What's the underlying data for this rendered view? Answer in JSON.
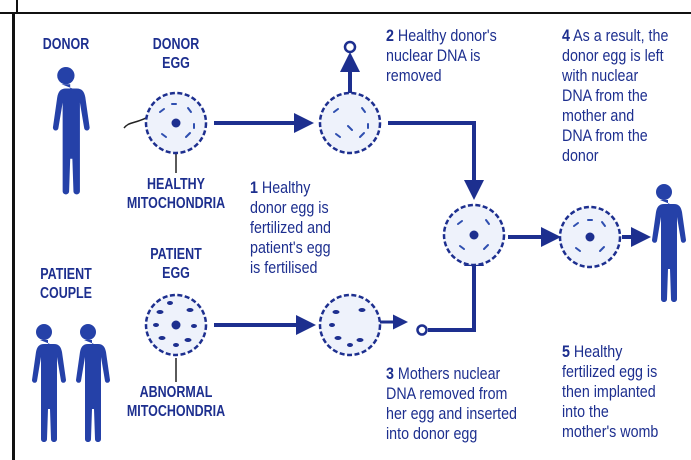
{
  "labels": {
    "donor": "DONOR",
    "donor_egg": [
      "DONOR",
      "EGG"
    ],
    "healthy_mito": [
      "HEALTHY",
      "MITOCHONDRIA"
    ],
    "patient_couple": [
      "PATIENT",
      "COUPLE"
    ],
    "patient_egg": [
      "PATIENT",
      "EGG"
    ],
    "abnormal_mito": [
      "ABNORMAL",
      "MITOCHONDRIA"
    ]
  },
  "steps": [
    {
      "num": "1",
      "lines": [
        "Healthy",
        "donor egg is",
        "fertilized and",
        "patient's egg",
        "is fertilised"
      ]
    },
    {
      "num": "2",
      "lines": [
        "Healthy donor's",
        "nuclear DNA is",
        "removed"
      ]
    },
    {
      "num": "3",
      "lines": [
        "Mothers nuclear",
        "DNA removed from",
        "her egg and inserted",
        "into donor egg"
      ]
    },
    {
      "num": "4",
      "lines": [
        "As a result, the",
        "donor egg is left",
        "with nuclear",
        "DNA from the",
        "mother and",
        "DNA from the",
        "donor"
      ]
    },
    {
      "num": "5",
      "lines": [
        "Healthy",
        "fertilized egg is",
        "then implanted",
        "into the",
        "mother's womb"
      ]
    }
  ],
  "colors": {
    "primary": "#1d2f8f",
    "accent": "#2f4fb0",
    "egg_fill": "#eef2fb"
  }
}
